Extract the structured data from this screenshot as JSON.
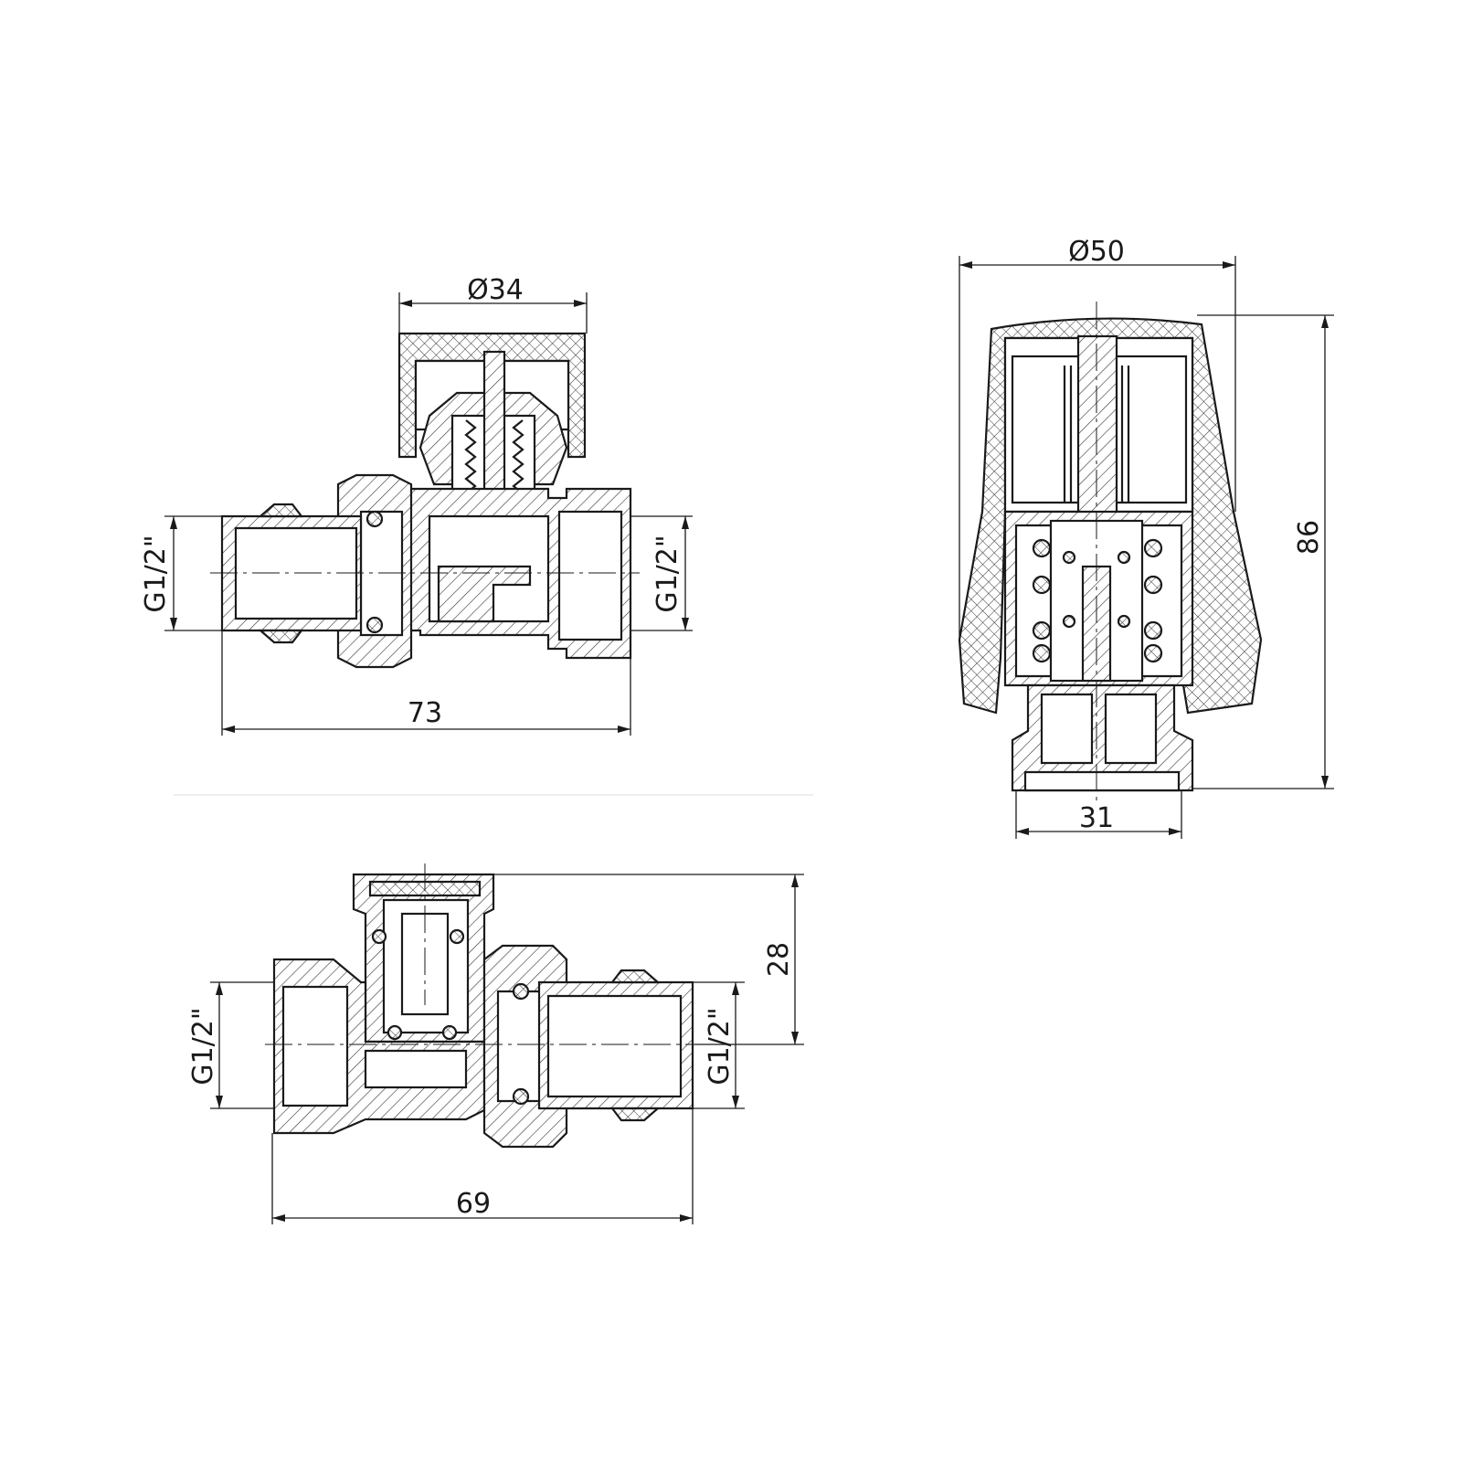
{
  "drawings": {
    "straight_valve_top": {
      "dims": {
        "handle_diameter": "Ø34",
        "length": "73",
        "thread_left": "G1/2\"",
        "thread_right": "G1/2\""
      }
    },
    "thermostatic_head": {
      "dims": {
        "diameter": "Ø50",
        "height": "86",
        "base_width": "31"
      }
    },
    "straight_valve_bottom": {
      "dims": {
        "cap_height": "28",
        "length": "69",
        "thread_left": "G1/2\"",
        "thread_right": "G1/2\""
      }
    }
  }
}
